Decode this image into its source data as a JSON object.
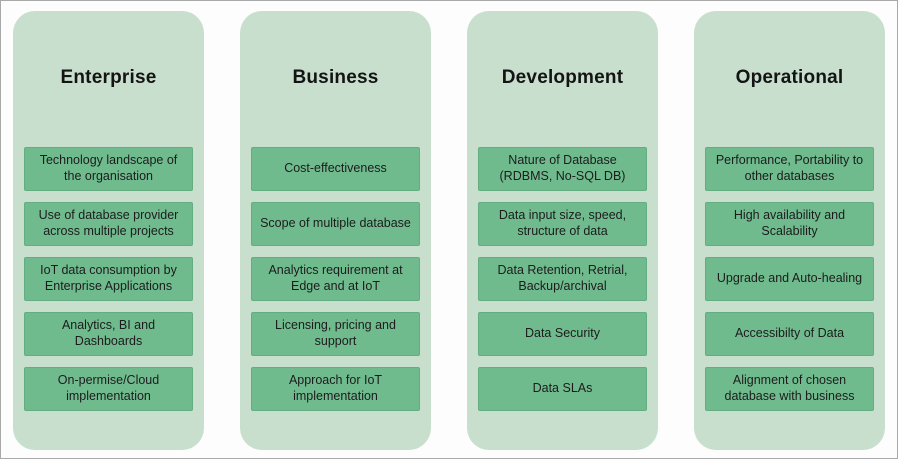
{
  "diagram": {
    "columns": [
      {
        "title": "Enterprise",
        "items": [
          "Technology landscape of the organisation",
          "Use of database provider across multiple projects",
          "IoT data consumption by Enterprise Applications",
          "Analytics, BI and Dashboards",
          "On-permise/Cloud implementation"
        ]
      },
      {
        "title": "Business",
        "items": [
          "Cost-effectiveness",
          "Scope of multiple database",
          "Analytics requirement at Edge and at IoT",
          "Licensing, pricing and support",
          "Approach for IoT implementation"
        ]
      },
      {
        "title": "Development",
        "items": [
          "Nature of Database (RDBMS, No-SQL DB)",
          "Data input size, speed, structure of data",
          "Data Retention, Retrial, Backup/archival",
          "Data Security",
          "Data SLAs"
        ]
      },
      {
        "title": "Operational",
        "items": [
          "Performance, Portability to other databases",
          "High availability and Scalability",
          "Upgrade and Auto-healing",
          "Accessibilty of Data",
          "Alignment of chosen database with business"
        ]
      }
    ],
    "colors": {
      "column_background": "#c9dfcd",
      "item_background": "#70bb8e",
      "border": "#a9a9a9"
    }
  }
}
